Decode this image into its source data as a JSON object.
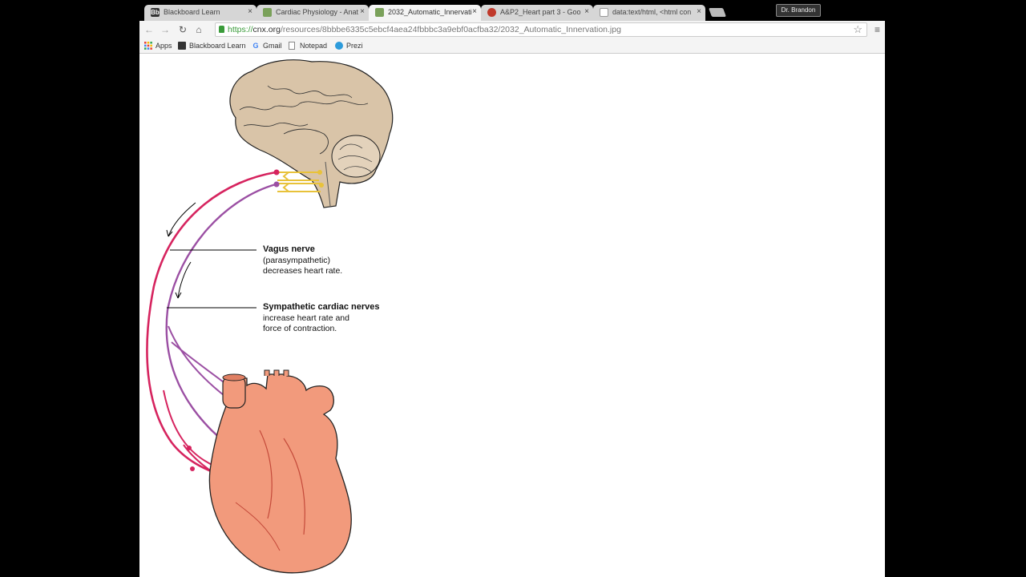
{
  "browser": {
    "tabs": [
      {
        "title": "Blackboard Learn",
        "favicon": "Bb",
        "active": false
      },
      {
        "title": "Cardiac Physiology - Anat",
        "favicon": "",
        "active": false
      },
      {
        "title": "2032_Automatic_Innervati",
        "favicon": "",
        "active": true
      },
      {
        "title": "A&P2_Heart part 3 - Goo",
        "favicon": "",
        "active": false
      },
      {
        "title": "data:text/html, <html con",
        "favicon": "",
        "active": false
      }
    ],
    "tab_close_glyph": "×",
    "profile_name": "Dr. Brandon",
    "nav": {
      "back": "←",
      "forward": "→",
      "reload": "↻",
      "home": "⌂"
    },
    "url": {
      "scheme": "https://",
      "host": "cnx.org",
      "path": "/resources/8bbbe6335c5ebcf4aea24fbbbc3a9ebf0acfba32/2032_Automatic_Innervation.jpg"
    },
    "star_glyph": "☆",
    "menu_glyph": "≡",
    "bookmarks": [
      {
        "label": "Apps",
        "icon": "apps-grid-icon"
      },
      {
        "label": "Blackboard Learn",
        "icon": "blackboard-icon"
      },
      {
        "label": "Gmail",
        "icon": "google-icon"
      },
      {
        "label": "Notepad",
        "icon": "document-icon"
      },
      {
        "label": "Prezi",
        "icon": "prezi-icon"
      }
    ]
  },
  "figure": {
    "vagus": {
      "title": "Vagus nerve",
      "line1": "(parasympathetic)",
      "line2": "decreases heart rate."
    },
    "sympathetic": {
      "title": "Sympathetic cardiac nerves",
      "line1": "increase heart rate and",
      "line2": "force of contraction."
    },
    "colors": {
      "vagus_nerve": "#d6245f",
      "sympathetic_nerve": "#9b4fa3",
      "ganglion": "#e8c23a",
      "heart": "#f29a7c",
      "brain": "#d9c4a8"
    }
  }
}
